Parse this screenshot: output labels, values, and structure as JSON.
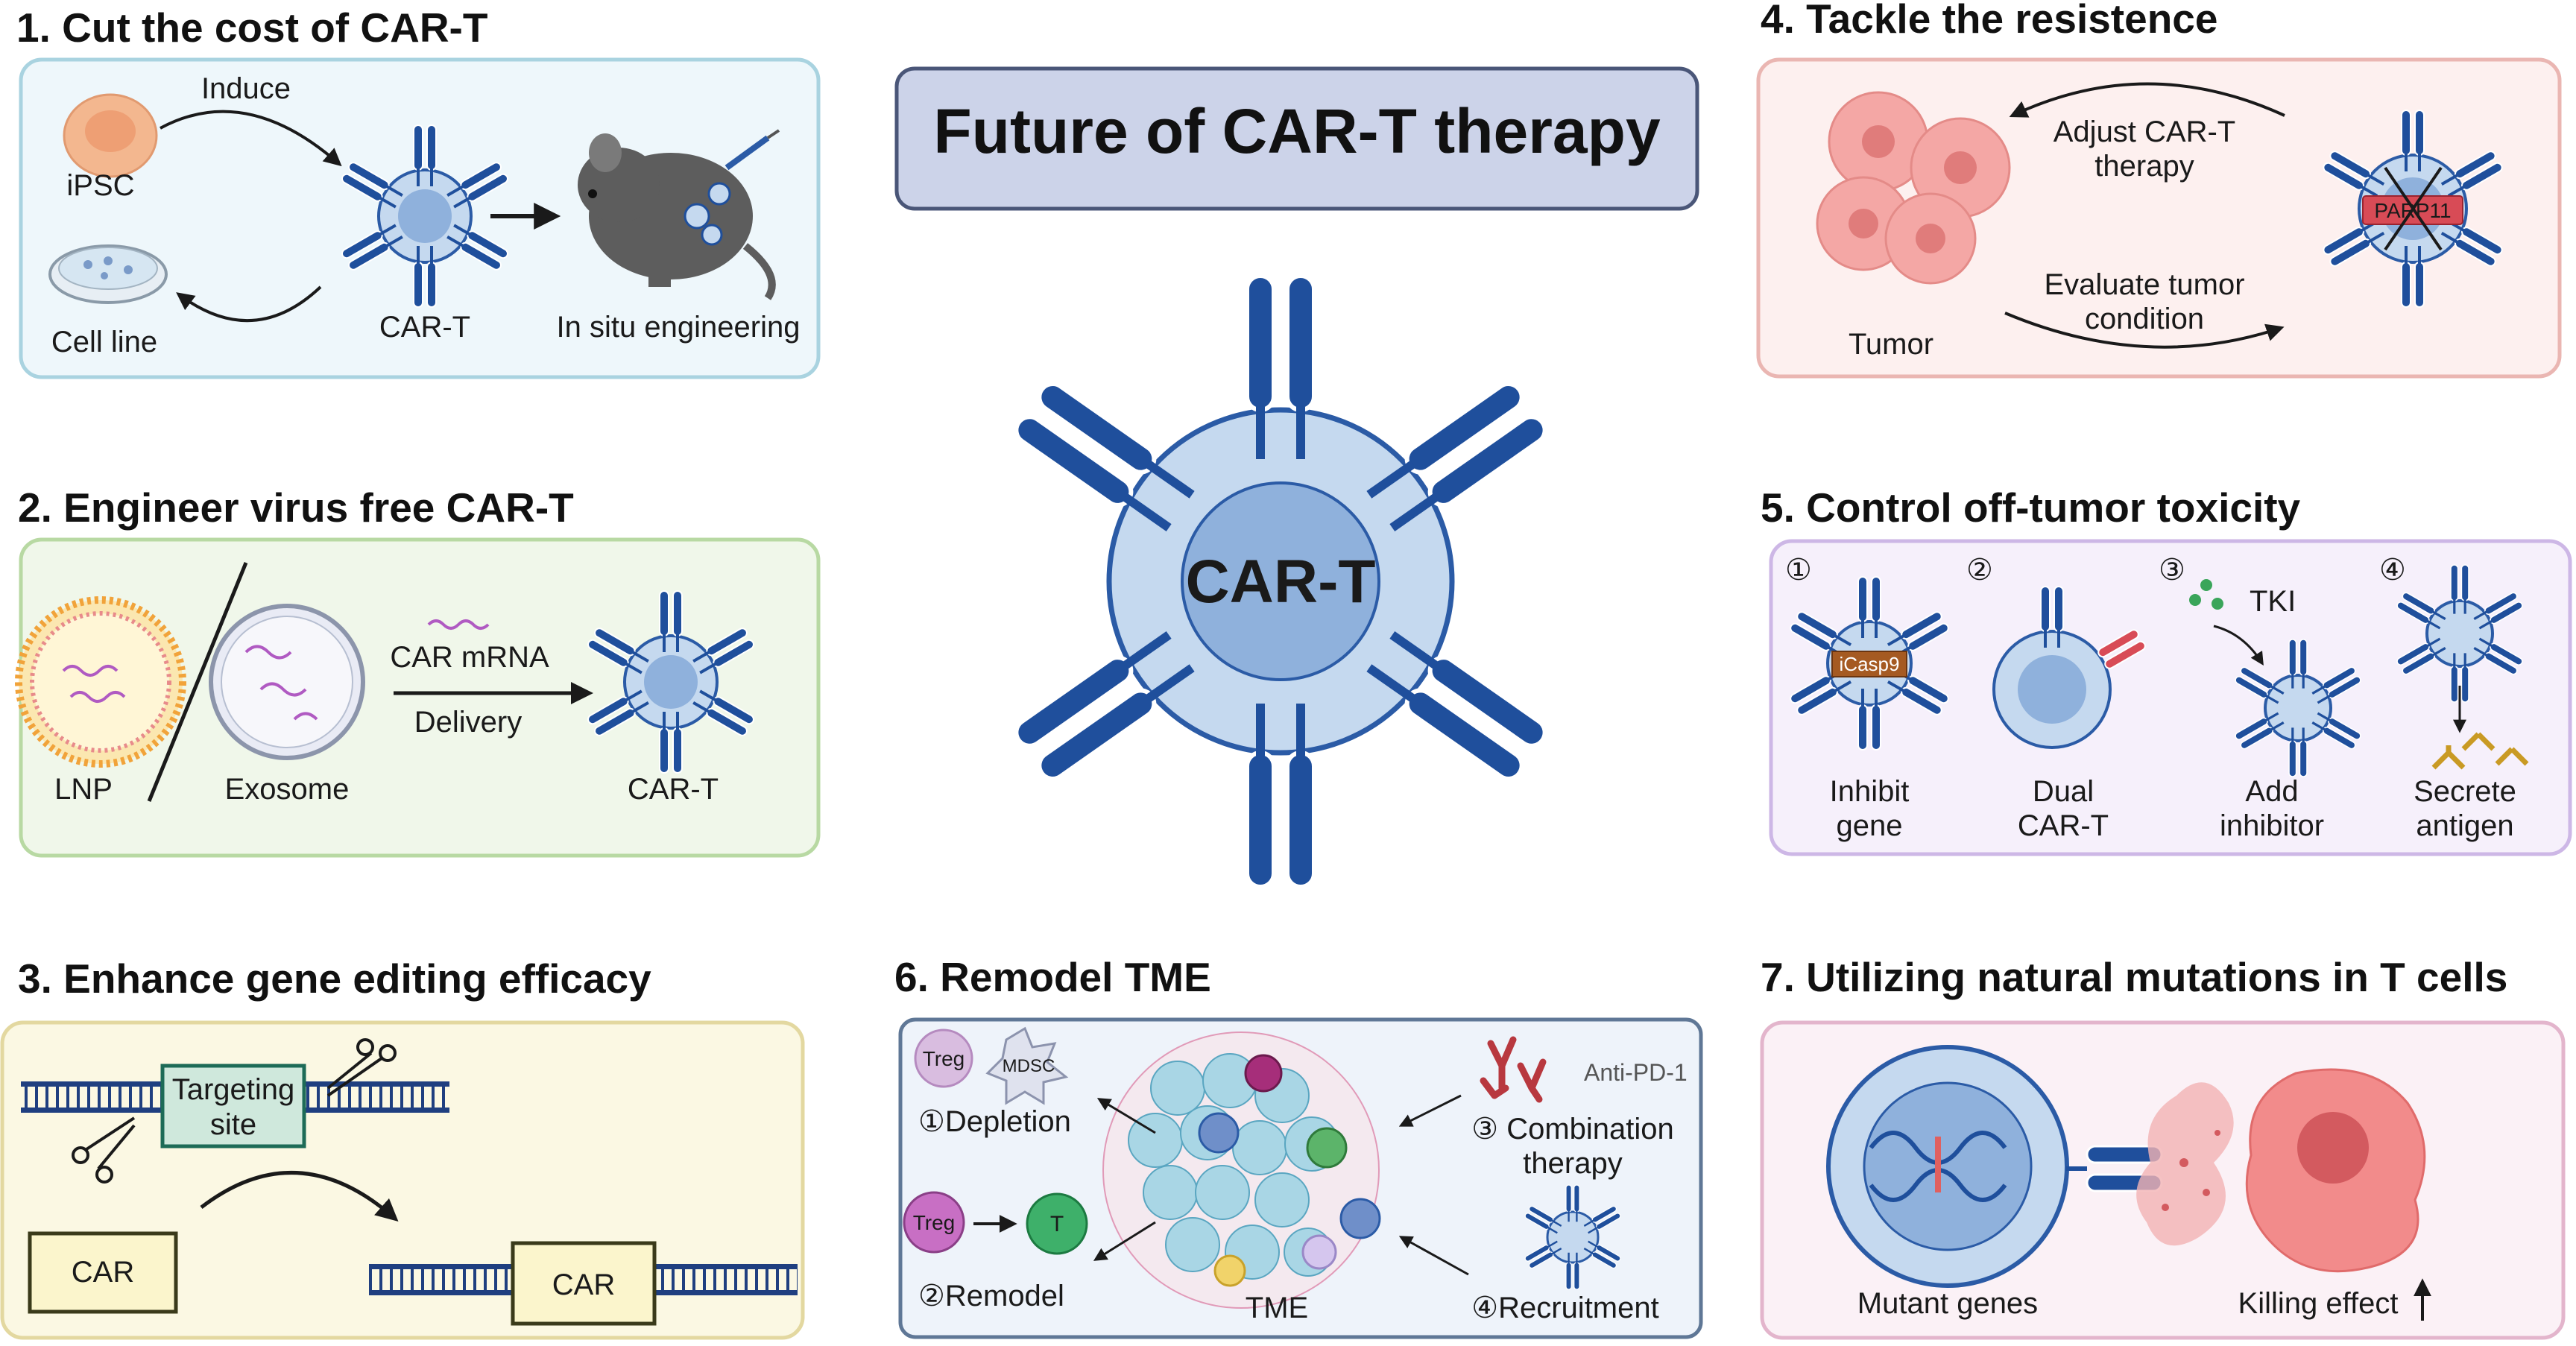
{
  "center": {
    "title": "Future of CAR-T therapy",
    "cell_label": "CAR-T"
  },
  "panel1": {
    "heading": "1.  Cut the cost of CAR-T",
    "ipsc": "iPSC",
    "induce": "Induce",
    "cart": "CAR-T",
    "cell_line": "Cell line",
    "in_situ": "In situ engineering"
  },
  "panel2": {
    "heading": "2. Engineer virus free CAR-T",
    "lnp": "LNP",
    "exosome": "Exosome",
    "car_mrna": "CAR mRNA",
    "delivery": "Delivery",
    "cart": "CAR-T"
  },
  "panel3": {
    "heading": "3. Enhance gene editing efficacy",
    "targeting_1": "Targeting",
    "targeting_2": "site",
    "car_left": "CAR",
    "car_right": "CAR"
  },
  "panel4": {
    "heading": "4. Tackle the resistence",
    "adjust_1": "Adjust CAR-T",
    "adjust_2": "therapy",
    "evaluate_1": "Evaluate tumor",
    "evaluate_2": "condition",
    "tumor": "Tumor",
    "parp": "PARP11"
  },
  "panel5": {
    "heading": "5. Control off-tumor toxicity",
    "n1": "①",
    "n2": "②",
    "n3": "③",
    "n4": "④",
    "icasp9": "iCasp9",
    "tki": "TKI",
    "inhibit_1": "Inhibit",
    "inhibit_2": "gene",
    "dual_1": "Dual",
    "dual_2": "CAR-T",
    "add_1": "Add",
    "add_2": "inhibitor",
    "secrete_1": "Secrete",
    "secrete_2": "antigen"
  },
  "panel6": {
    "heading": "6. Remodel TME",
    "treg": "Treg",
    "mdsc": "MDSC",
    "depletion": "①Depletion",
    "treg2": "Treg",
    "t": "T",
    "remodel": "②Remodel",
    "tme": "TME",
    "anti_pd1": "Anti-PD-1",
    "combination_1": "③ Combination",
    "combination_2": "therapy",
    "recruitment": "④Recruitment"
  },
  "panel7": {
    "heading": "7. Utilizing natural mutations in T cells",
    "mutant": "Mutant genes",
    "killing": "Killing effect"
  },
  "colors": {
    "receptor": "#1f4f9c",
    "cell_outer": "#c5d9ef",
    "cell_inner": "#8fb1dc",
    "panel1_bg": "#eef7fb",
    "panel1_border": "#a9d3e0",
    "panel2_bg": "#f0f7ea",
    "panel2_border": "#b8d9a3",
    "panel3_bg": "#fbf8e3",
    "panel3_border": "#e3d8a0",
    "panel4_bg": "#fdf0ef",
    "panel4_border": "#eab6b2",
    "panel5_bg": "#f6f0fb",
    "panel5_border": "#cdb7e6",
    "panel6_bg": "#eef3fa",
    "panel6_border": "#5f7796",
    "panel7_bg": "#fbf1f6",
    "panel7_border": "#e3b5cc",
    "title_bg": "#ccd3e9",
    "title_border": "#4a5678"
  }
}
